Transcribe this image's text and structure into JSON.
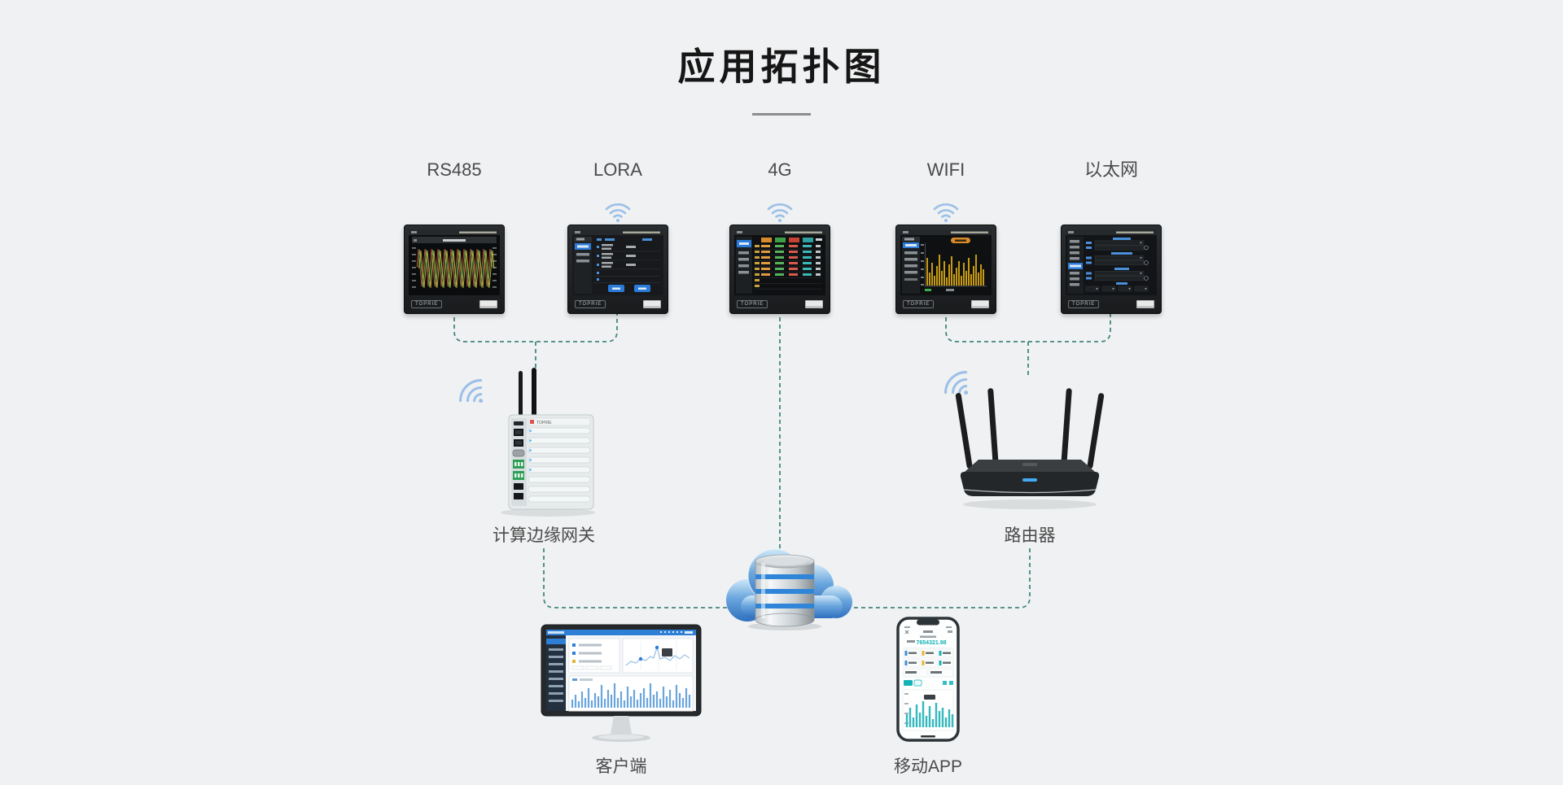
{
  "page": {
    "title": "应用拓扑图"
  },
  "brand": "TOPRIE",
  "protocols": [
    {
      "label": "RS485",
      "wireless": false,
      "screen": "waveform-display"
    },
    {
      "label": "LORA",
      "wireless": true,
      "screen": "record-list"
    },
    {
      "label": "4G",
      "wireless": true,
      "screen": "realtime-values"
    },
    {
      "label": "WIFI",
      "wireless": true,
      "screen": "bar-graph"
    },
    {
      "label": "以太网",
      "wireless": false,
      "screen": "network-settings"
    }
  ],
  "nodes": {
    "gateway": {
      "label": "计算边缘网关"
    },
    "router": {
      "label": "路由器"
    },
    "cloud": {
      "name": "cloud-database"
    },
    "client": {
      "label": "客户端"
    },
    "mobile_app": {
      "label": "移动APP",
      "screen_value": "7654321.98"
    }
  },
  "icons": {
    "wireless": "wifi-signal-icon",
    "cloud": "cloud-database-icon"
  },
  "style": {
    "background": "#eff1f2",
    "line_color": "#3a8178",
    "wifi_icon_color": "#9cc0e8",
    "title_color": "#161616",
    "label_color": "#4a4a4a",
    "screen_accent_blue": "#2b7cd8",
    "bar_yellow": "#c79a12",
    "app_teal": "#14b3b7"
  }
}
